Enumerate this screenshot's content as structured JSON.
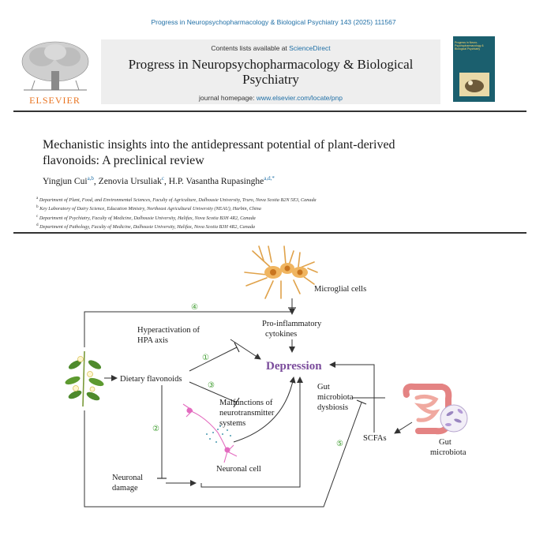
{
  "citation": "Progress in Neuropsychopharmacology & Biological Psychiatry 143 (2025) 111567",
  "header": {
    "contents_prefix": "Contents lists available at ",
    "contents_link": "ScienceDirect",
    "journal_line1": "Progress in Neuropsychopharmacology & Biological",
    "journal_line2": "Psychiatry",
    "homepage_prefix": "journal homepage: ",
    "homepage_url": "www.elsevier.com/locate/pnp",
    "publisher": "ELSEVIER",
    "cover_title": "Progress in Neuro-Psychopharmacology & Biological Psychiatry"
  },
  "article": {
    "title_line1": "Mechanistic insights into the antidepressant potential of plant-derived",
    "title_line2": "flavonoids: A preclinical review",
    "authors": [
      {
        "name": "Yingjun Cui",
        "sup": "a,b"
      },
      {
        "name": "Zenovia Ursuliak",
        "sup": "c"
      },
      {
        "name": "H.P. Vasantha Rupasinghe",
        "sup": "a,d,*"
      }
    ],
    "affiliations": [
      {
        "sup": "a",
        "text": "Department of Plant, Food, and Environmental Sciences, Faculty of Agriculture, Dalhousie University, Truro, Nova Scotia B2N 5E3, Canada"
      },
      {
        "sup": "b",
        "text": "Key Laboratory of Dairy Science, Education Ministry, Northeast Agricultural University (NEAU), Harbin, China"
      },
      {
        "sup": "c",
        "text": "Department of Psychiatry, Faculty of Medicine, Dalhousie University, Halifax, Nova Scotia B3H 4R2, Canada"
      },
      {
        "sup": "d",
        "text": "Department of Pathology, Faculty of Medicine, Dalhousie University, Halifax, Nova Scotia B3H 4R2, Canada"
      }
    ]
  },
  "figure": {
    "microglial": "Microglial cells",
    "pro_inflammatory_1": "Pro-inflammatory",
    "pro_inflammatory_2": "cytokines",
    "hpa_1": "Hyperactivation of",
    "hpa_2": "HPA axis",
    "dietary": "Dietary flavonoids",
    "depression": "Depression",
    "malfunctions_1": "Malfunctions of",
    "malfunctions_2": "neurotransmitter",
    "malfunctions_3": "systems",
    "gut_dys_1": "Gut",
    "gut_dys_2": "microbiota",
    "gut_dys_3": "dysbiosis",
    "scfas": "SCFAs",
    "gut_mb_1": "Gut",
    "gut_mb_2": "microbiota",
    "neuronal_cell": "Neuronal cell",
    "neuronal_damage_1": "Neuronal",
    "neuronal_damage_2": "damage",
    "n1": "①",
    "n2": "②",
    "n3": "③",
    "n4": "④",
    "n5": "⑤"
  },
  "colors": {
    "link": "#1f6fa6",
    "publisher": "#e8731f",
    "depression": "#7a4b9b",
    "pathway_numbers": "#3a9a2a"
  }
}
